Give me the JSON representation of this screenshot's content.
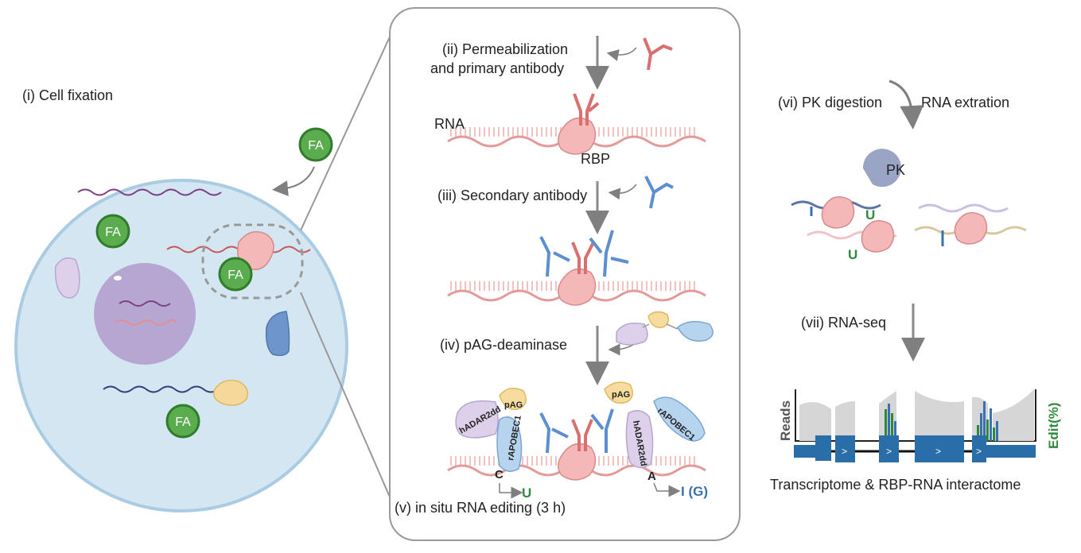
{
  "panel_i": {
    "title": "(i) Cell fixation",
    "fa_label": "FA"
  },
  "panel_center": {
    "step_ii_line1": "(ii) Permeabilization",
    "step_ii_line2": "and primary antibody",
    "rna_label": "RNA",
    "rbp_label": "RBP",
    "step_iii": "(iii) Secondary antibody",
    "step_iv": "(iv) pAG-deaminase",
    "step_v": "(v) in situ RNA editing (3 h)",
    "pag_label": "pAG",
    "hadar_label": "hADAR2dd",
    "rapobec_label": "rAPOBEC1",
    "base_c": "C",
    "base_u": "U",
    "base_a": "A",
    "base_ig": "I (G)"
  },
  "panel_right": {
    "step_vi_left": "(vi) PK digestion",
    "step_vi_right": "RNA extration",
    "pk_label": "PK",
    "edit_i": "I",
    "edit_u": "U",
    "step_vii": "(vii) RNA-seq",
    "reads_label": "Reads",
    "edit_label": "Edit(%)",
    "caption": "Transcriptome & RBP-RNA interactome",
    "exon_arrow": ">"
  },
  "colors": {
    "rna_pink": "#e59a9a",
    "rbp_pink": "#f4b8b8",
    "antibody_red": "#d9706f",
    "antibody_blue": "#5b8fd1",
    "fa_green": "#4a9a42",
    "cell_fill": "#d4e6f1",
    "edit_green": "#2e8b3e",
    "edit_blue": "#3a6fb0",
    "exon_blue": "#2a6ea8"
  }
}
